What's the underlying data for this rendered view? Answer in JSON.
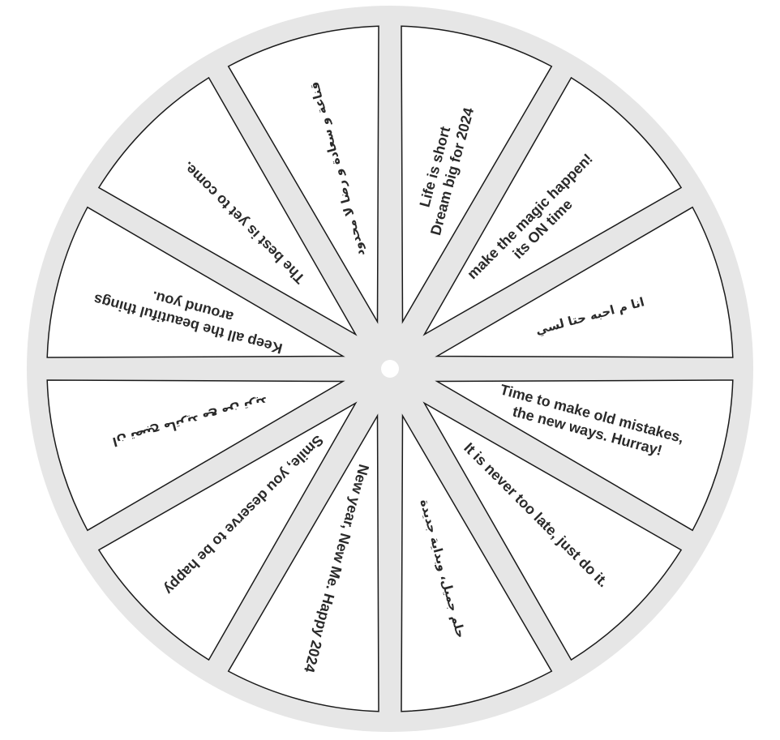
{
  "wheel": {
    "colors": {
      "background": "#e6e6e6",
      "segment_fill": "#ffffff",
      "segment_stroke": "#1a1a1a",
      "hub": "#ffffff",
      "text": "#2a2a2a"
    },
    "segments": [
      {
        "lines": [
          "Life is short",
          "Dream big for 2024"
        ],
        "script": "latin"
      },
      {
        "lines": [
          "make the magic happen!",
          "its ON time"
        ],
        "script": "latin"
      },
      {
        "lines": [
          "انا م احبه حتا لسي"
        ],
        "script": "arabic"
      },
      {
        "lines": [
          "Time to make old mistakes,",
          "the new ways. Hurray!"
        ],
        "script": "latin"
      },
      {
        "lines": [
          "It is never too late, just do it."
        ],
        "script": "latin"
      },
      {
        "lines": [
          "حلم جميل، وبداية جديدة"
        ],
        "script": "arabic"
      },
      {
        "lines": [
          "New year, New Me. Happy 2024"
        ],
        "script": "latin"
      },
      {
        "lines": [
          "Smile, you deserve to be happy"
        ],
        "script": "latin"
      },
      {
        "lines": [
          "ان تصبح ماتريد مع من تريد"
        ],
        "script": "arabic"
      },
      {
        "lines": [
          "Keep all the beautiful things",
          "around you."
        ],
        "script": "latin"
      },
      {
        "lines": [
          "The best is yet to come."
        ],
        "script": "latin"
      },
      {
        "lines": [
          "قناعة و سعادة و رضا لا محدود"
        ],
        "script": "arabic"
      }
    ]
  }
}
